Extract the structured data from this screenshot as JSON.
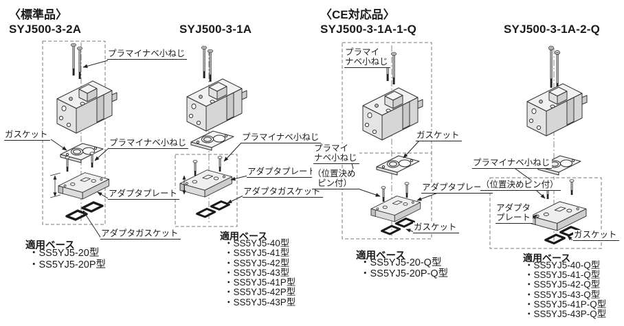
{
  "doc": {
    "standard_heading": "〈標準品〉",
    "ce_heading": "〈CE対応品〉"
  },
  "columns": [
    {
      "model": "SYJ500-3-2A",
      "labels": {
        "screw_top": "プラマイナベ小ねじ",
        "gasket": "ガスケット",
        "screw_mid": "プラマイナベ小ねじ",
        "adapter_plate": "アダプタプレート",
        "adapter_gasket": "アダプタガスケット"
      },
      "applicable": {
        "title": "適用ベース",
        "items": [
          "・SS5YJ5-20型",
          "・SS5YJ5-20P型"
        ]
      }
    },
    {
      "model": "SYJ500-3-1A",
      "labels": {
        "screw_mid": "プラマイナベ小ねじ",
        "adapter_plate": "アダプタプレート",
        "adapter_gasket": "アダプタガスケット"
      },
      "applicable": {
        "title": "適用ベース",
        "items": [
          "・SS5YJ5-40型",
          "・SS5YJ5-41型",
          "・SS5YJ5-42型",
          "・SS5YJ5-43型",
          "・SS5YJ5-41P型",
          "・SS5YJ5-42P型",
          "・SS5YJ5-43P型"
        ]
      }
    },
    {
      "model": "SYJ500-3-1A-1-Q",
      "labels": {
        "screw_top_line1": "プラマイ",
        "screw_top_line2": "ナベ小ねじ",
        "gasket": "ガスケット",
        "screw_mid_line1": "プラマイ",
        "screw_mid_line2": "ナベ小ねじ",
        "pin_note_line1": "（位置決め",
        "pin_note_line2": "ピン付）",
        "adapter_plate": "アダプタプレート",
        "gasket_lower": "ガスケット"
      },
      "applicable": {
        "title": "適用ベース",
        "items": [
          "・SS5YJ5-20-Q型",
          "・SS5YJ5-20P-Q型"
        ]
      }
    },
    {
      "model": "SYJ500-3-1A-2-Q",
      "labels": {
        "screw_mid": "プラマイナベ小ねじ",
        "pin_note": "（位置決めピン付）",
        "adapter_plate_line1": "アダプタ",
        "adapter_plate_line2": "プレート",
        "gasket_lower": "ガスケット"
      },
      "applicable": {
        "title": "適用ベース",
        "items": [
          "・SS5YJ5-40-Q型",
          "・SS5YJ5-41-Q型",
          "・SS5YJ5-42-Q型",
          "・SS5YJ5-43-Q型",
          "・SS5YJ5-41P-Q型",
          "・SS5YJ5-43P-Q型"
        ]
      }
    }
  ],
  "colors": {
    "ink": "#1a1a1a",
    "line": "#333333",
    "fill_light": "#efefef"
  }
}
